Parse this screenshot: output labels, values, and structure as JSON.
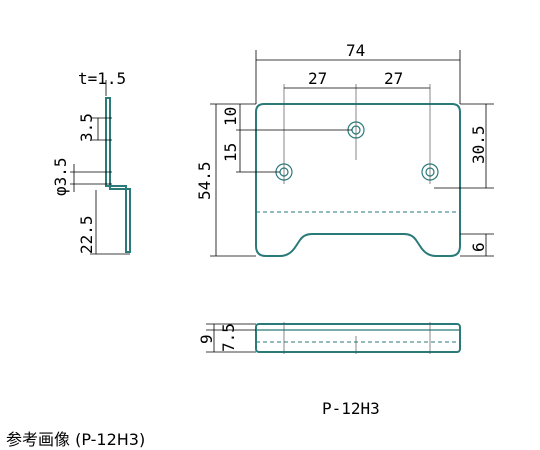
{
  "drawing": {
    "thickness": "t=1.5",
    "hole": "φ3.5",
    "side_dims": {
      "d35": "3.5",
      "d225": "22.5"
    },
    "front_dims": {
      "width": "74",
      "pitch_left": "27",
      "pitch_right": "27",
      "top": "10",
      "upper": "15",
      "height": "54.5",
      "right": "30.5",
      "bottom": "6"
    },
    "bottom_dims": {
      "d9": "9",
      "d75": "7.5"
    },
    "part_no": "P-12H3"
  },
  "caption": "参考画像 (P-12H3)",
  "colors": {
    "part_outline": "#2a7a7a",
    "dimension": "#000000"
  }
}
